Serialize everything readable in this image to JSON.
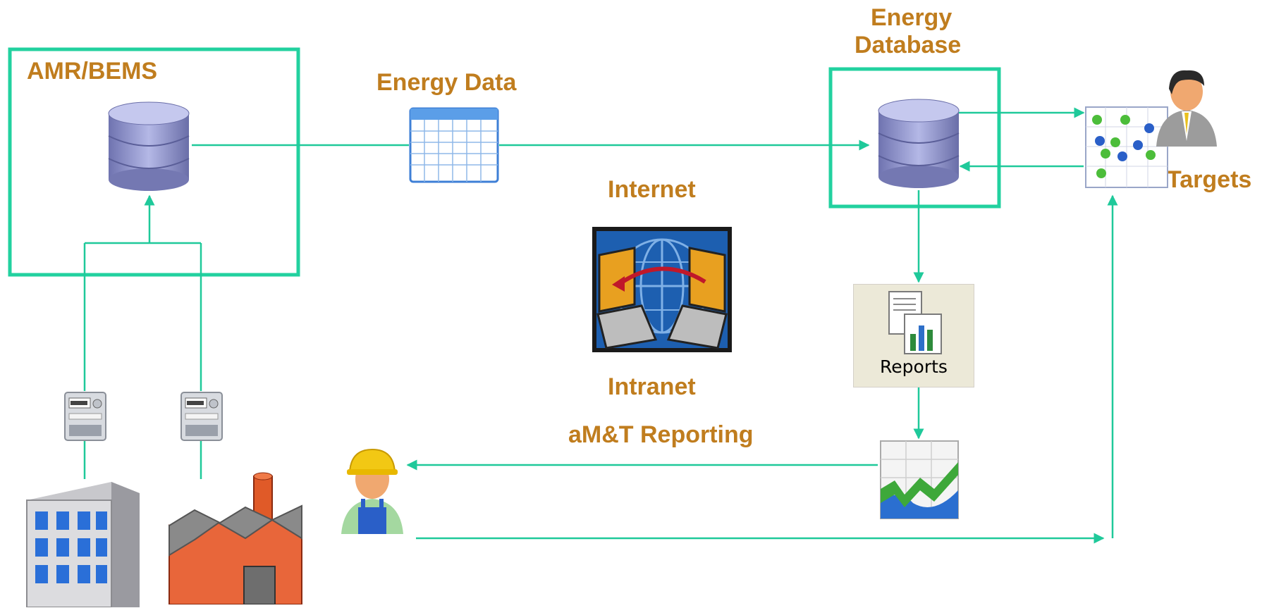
{
  "diagram": {
    "labels": {
      "amr_bems": "AMR/BEMS",
      "energy_data": "Energy Data",
      "energy_database_line1": "Energy",
      "energy_database_line2": "Database",
      "targets": "Targets",
      "internet": "Internet",
      "intranet": "Intranet",
      "amt_reporting": "aM&T Reporting",
      "reports": "Reports"
    },
    "colors": {
      "label": "#c07d1e",
      "connector": "#1fc99a",
      "box_border": "#22d19f"
    },
    "icons": {
      "amr_database": "database-icon",
      "energy_data_table": "table-grid-icon",
      "energy_database": "database-icon",
      "targets_scatter": "scatter-chart-icon",
      "manager_person": "businessman-icon",
      "internet_intranet": "computers-globe-icon",
      "reports_button": "reports-icon",
      "reporting_chart": "line-chart-icon",
      "meters": "electric-meter-icon",
      "office_building": "office-building-icon",
      "factory": "factory-icon",
      "worker": "worker-icon"
    }
  }
}
